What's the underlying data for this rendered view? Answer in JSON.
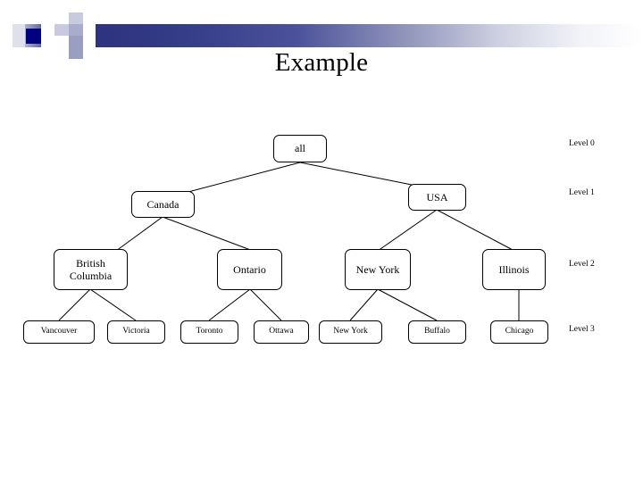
{
  "slide": {
    "title": "Example"
  },
  "header": {
    "decoration_name": "gradient-band",
    "colors": {
      "dark_blue": "#000080",
      "band_start": "#2b2f7a",
      "band_end": "#ffffff",
      "tile_light": "#c8cadf",
      "tile_mid": "#9a9ec0"
    }
  },
  "tree": {
    "type": "concept-hierarchy",
    "level_labels": [
      {
        "id": "level-0",
        "text": "Level 0"
      },
      {
        "id": "level-1",
        "text": "Level 1"
      },
      {
        "id": "level-2",
        "text": "Level 2"
      },
      {
        "id": "level-3",
        "text": "Level 3"
      }
    ],
    "nodes": {
      "all": {
        "label": "all",
        "level": 0
      },
      "canada": {
        "label": "Canada",
        "level": 1
      },
      "usa": {
        "label": "USA",
        "level": 1
      },
      "british_columbia_line1": {
        "label": "British",
        "level": 2
      },
      "british_columbia_line2": {
        "label": "Columbia",
        "level": 2
      },
      "ontario": {
        "label": "Ontario",
        "level": 2
      },
      "new_york_state": {
        "label": "New York",
        "level": 2
      },
      "illinois": {
        "label": "Illinois",
        "level": 2
      },
      "vancouver": {
        "label": "Vancouver",
        "level": 3
      },
      "victoria": {
        "label": "Victoria",
        "level": 3
      },
      "toronto": {
        "label": "Toronto",
        "level": 3
      },
      "ottawa": {
        "label": "Ottawa",
        "level": 3
      },
      "new_york_city": {
        "label": "New York",
        "level": 3
      },
      "buffalo": {
        "label": "Buffalo",
        "level": 3
      },
      "chicago": {
        "label": "Chicago",
        "level": 3
      }
    },
    "edges": [
      {
        "from": "all",
        "to": "canada"
      },
      {
        "from": "all",
        "to": "usa"
      },
      {
        "from": "canada",
        "to": "british_columbia"
      },
      {
        "from": "canada",
        "to": "ontario"
      },
      {
        "from": "usa",
        "to": "new_york_state"
      },
      {
        "from": "usa",
        "to": "illinois"
      },
      {
        "from": "british_columbia",
        "to": "vancouver"
      },
      {
        "from": "british_columbia",
        "to": "victoria"
      },
      {
        "from": "ontario",
        "to": "toronto"
      },
      {
        "from": "ontario",
        "to": "ottawa"
      },
      {
        "from": "new_york_state",
        "to": "new_york_city"
      },
      {
        "from": "new_york_state",
        "to": "buffalo"
      },
      {
        "from": "illinois",
        "to": "chicago"
      }
    ]
  }
}
